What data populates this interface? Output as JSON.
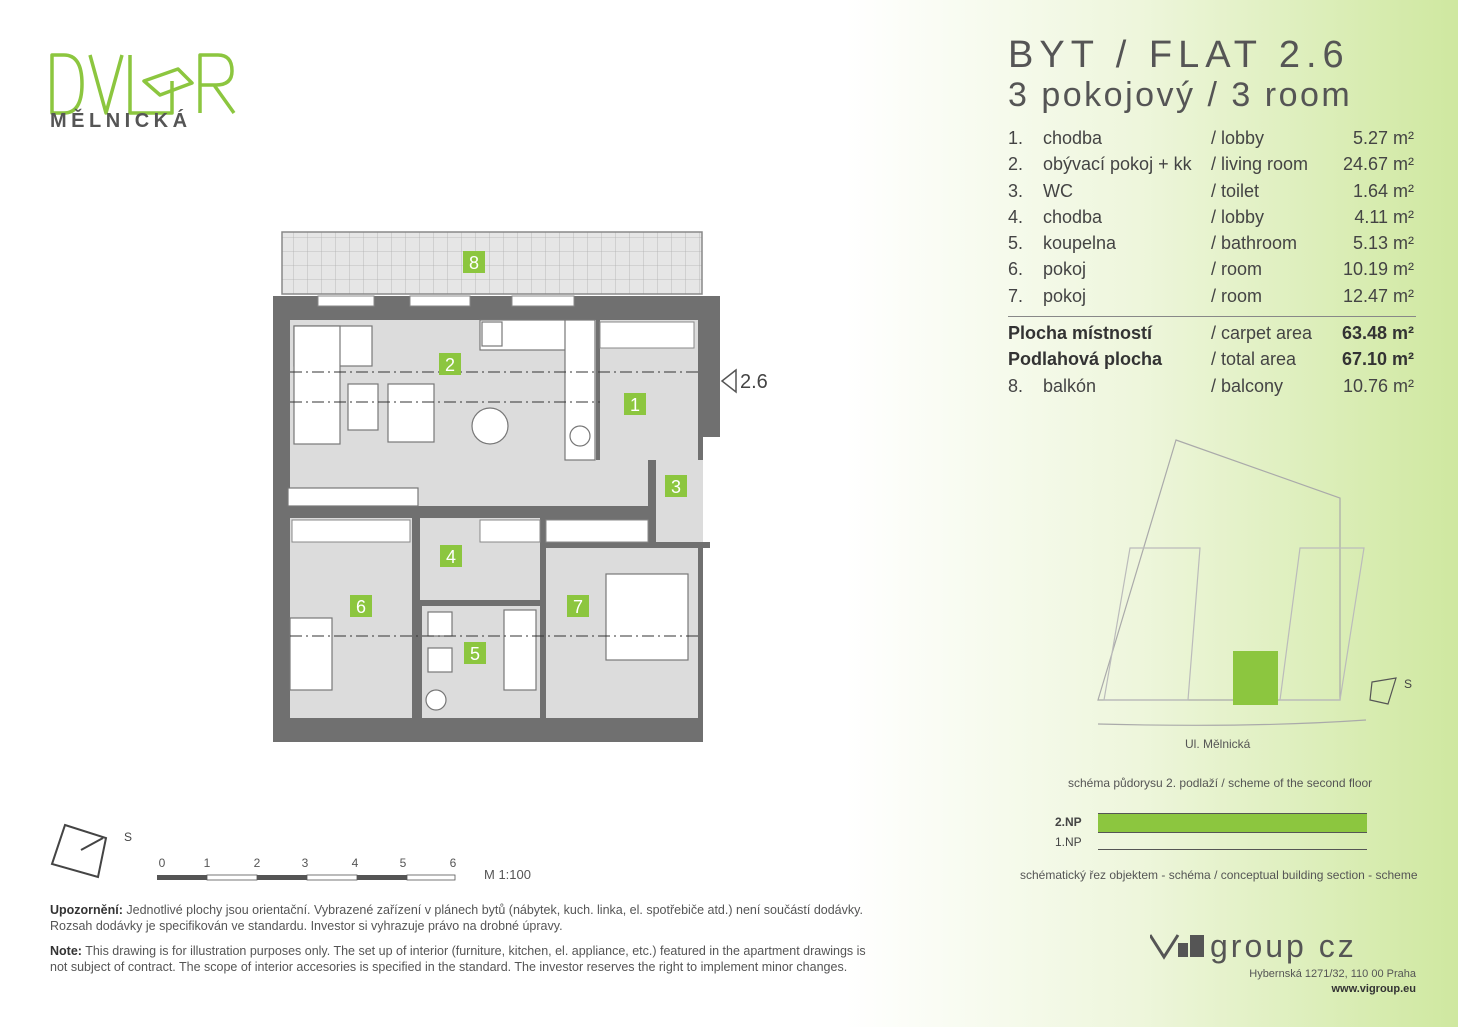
{
  "brand": {
    "logo_text": "DVůR",
    "logo_sub": "MĚLNICKÁ",
    "accent": "#8cc63f",
    "wall_color": "#666666"
  },
  "header": {
    "title_line1": "BYT / FLAT 2.6",
    "title_line2": "3 pokojový / 3 room"
  },
  "rooms": [
    {
      "num": "1.",
      "cz": "chodba",
      "en": "/ lobby",
      "area": "5.27 m²"
    },
    {
      "num": "2.",
      "cz": "obývací pokoj + kk",
      "en": "/ living room",
      "area": "24.67 m²"
    },
    {
      "num": "3.",
      "cz": "WC",
      "en": "/ toilet",
      "area": "1.64 m²"
    },
    {
      "num": "4.",
      "cz": "chodba",
      "en": "/ lobby",
      "area": "4.11 m²"
    },
    {
      "num": "5.",
      "cz": "koupelna",
      "en": "/ bathroom",
      "area": "5.13 m²"
    },
    {
      "num": "6.",
      "cz": "pokoj",
      "en": "/ room",
      "area": "10.19 m²"
    },
    {
      "num": "7.",
      "cz": "pokoj",
      "en": "/ room",
      "area": "12.47 m²"
    }
  ],
  "totals": {
    "carpet_cz": "Plocha místností",
    "carpet_en": "/ carpet area",
    "carpet_area": "63.48 m²",
    "total_cz": "Podlahová plocha",
    "total_en": "/ total area",
    "total_area": "67.10 m²",
    "balcony_num": "8.",
    "balcony_cz": "balkón",
    "balcony_en": "/ balcony",
    "balcony_area": "10.76 m²"
  },
  "plan": {
    "labels": [
      "1",
      "2",
      "3",
      "4",
      "5",
      "6",
      "7",
      "8"
    ],
    "flat_tag": "2.6"
  },
  "scheme": {
    "street": "Ul. Mělnická",
    "caption": "schéma půdorysu 2. podlaží / scheme of the second floor",
    "north": "S",
    "floor_2": "2.NP",
    "floor_1": "1.NP",
    "section_caption": "schématický řez objektem - schéma / conceptual building section - scheme"
  },
  "scale": {
    "ticks": [
      "0",
      "1",
      "2",
      "3",
      "4",
      "5",
      "6"
    ],
    "ratio": "M 1:100",
    "north": "S"
  },
  "notes": {
    "cz_label": "Upozornění:",
    "cz_text": " Jednotlivé plochy jsou orientační. Vybrazené zařízení v plánech bytů (nábytek, kuch. linka, el. spotřebiče atd.) není součástí dodávky. Rozsah dodávky je specifikován ve standardu. Investor si vyhrazuje právo na drobné úpravy.",
    "en_label": "Note:",
    "en_text": " This drawing is for illustration purposes only. The set up of interior (furniture, kitchen, el. appliance, etc.) featured in the apartment drawings is not subject of contract. The scope of interior accesories is specified in the standard. The investor reserves the right to implement minor changes."
  },
  "developer": {
    "name": "vigroup cz",
    "address": "Hybernská 1271/32, 110 00 Praha",
    "web": "www.vigroup.eu"
  }
}
